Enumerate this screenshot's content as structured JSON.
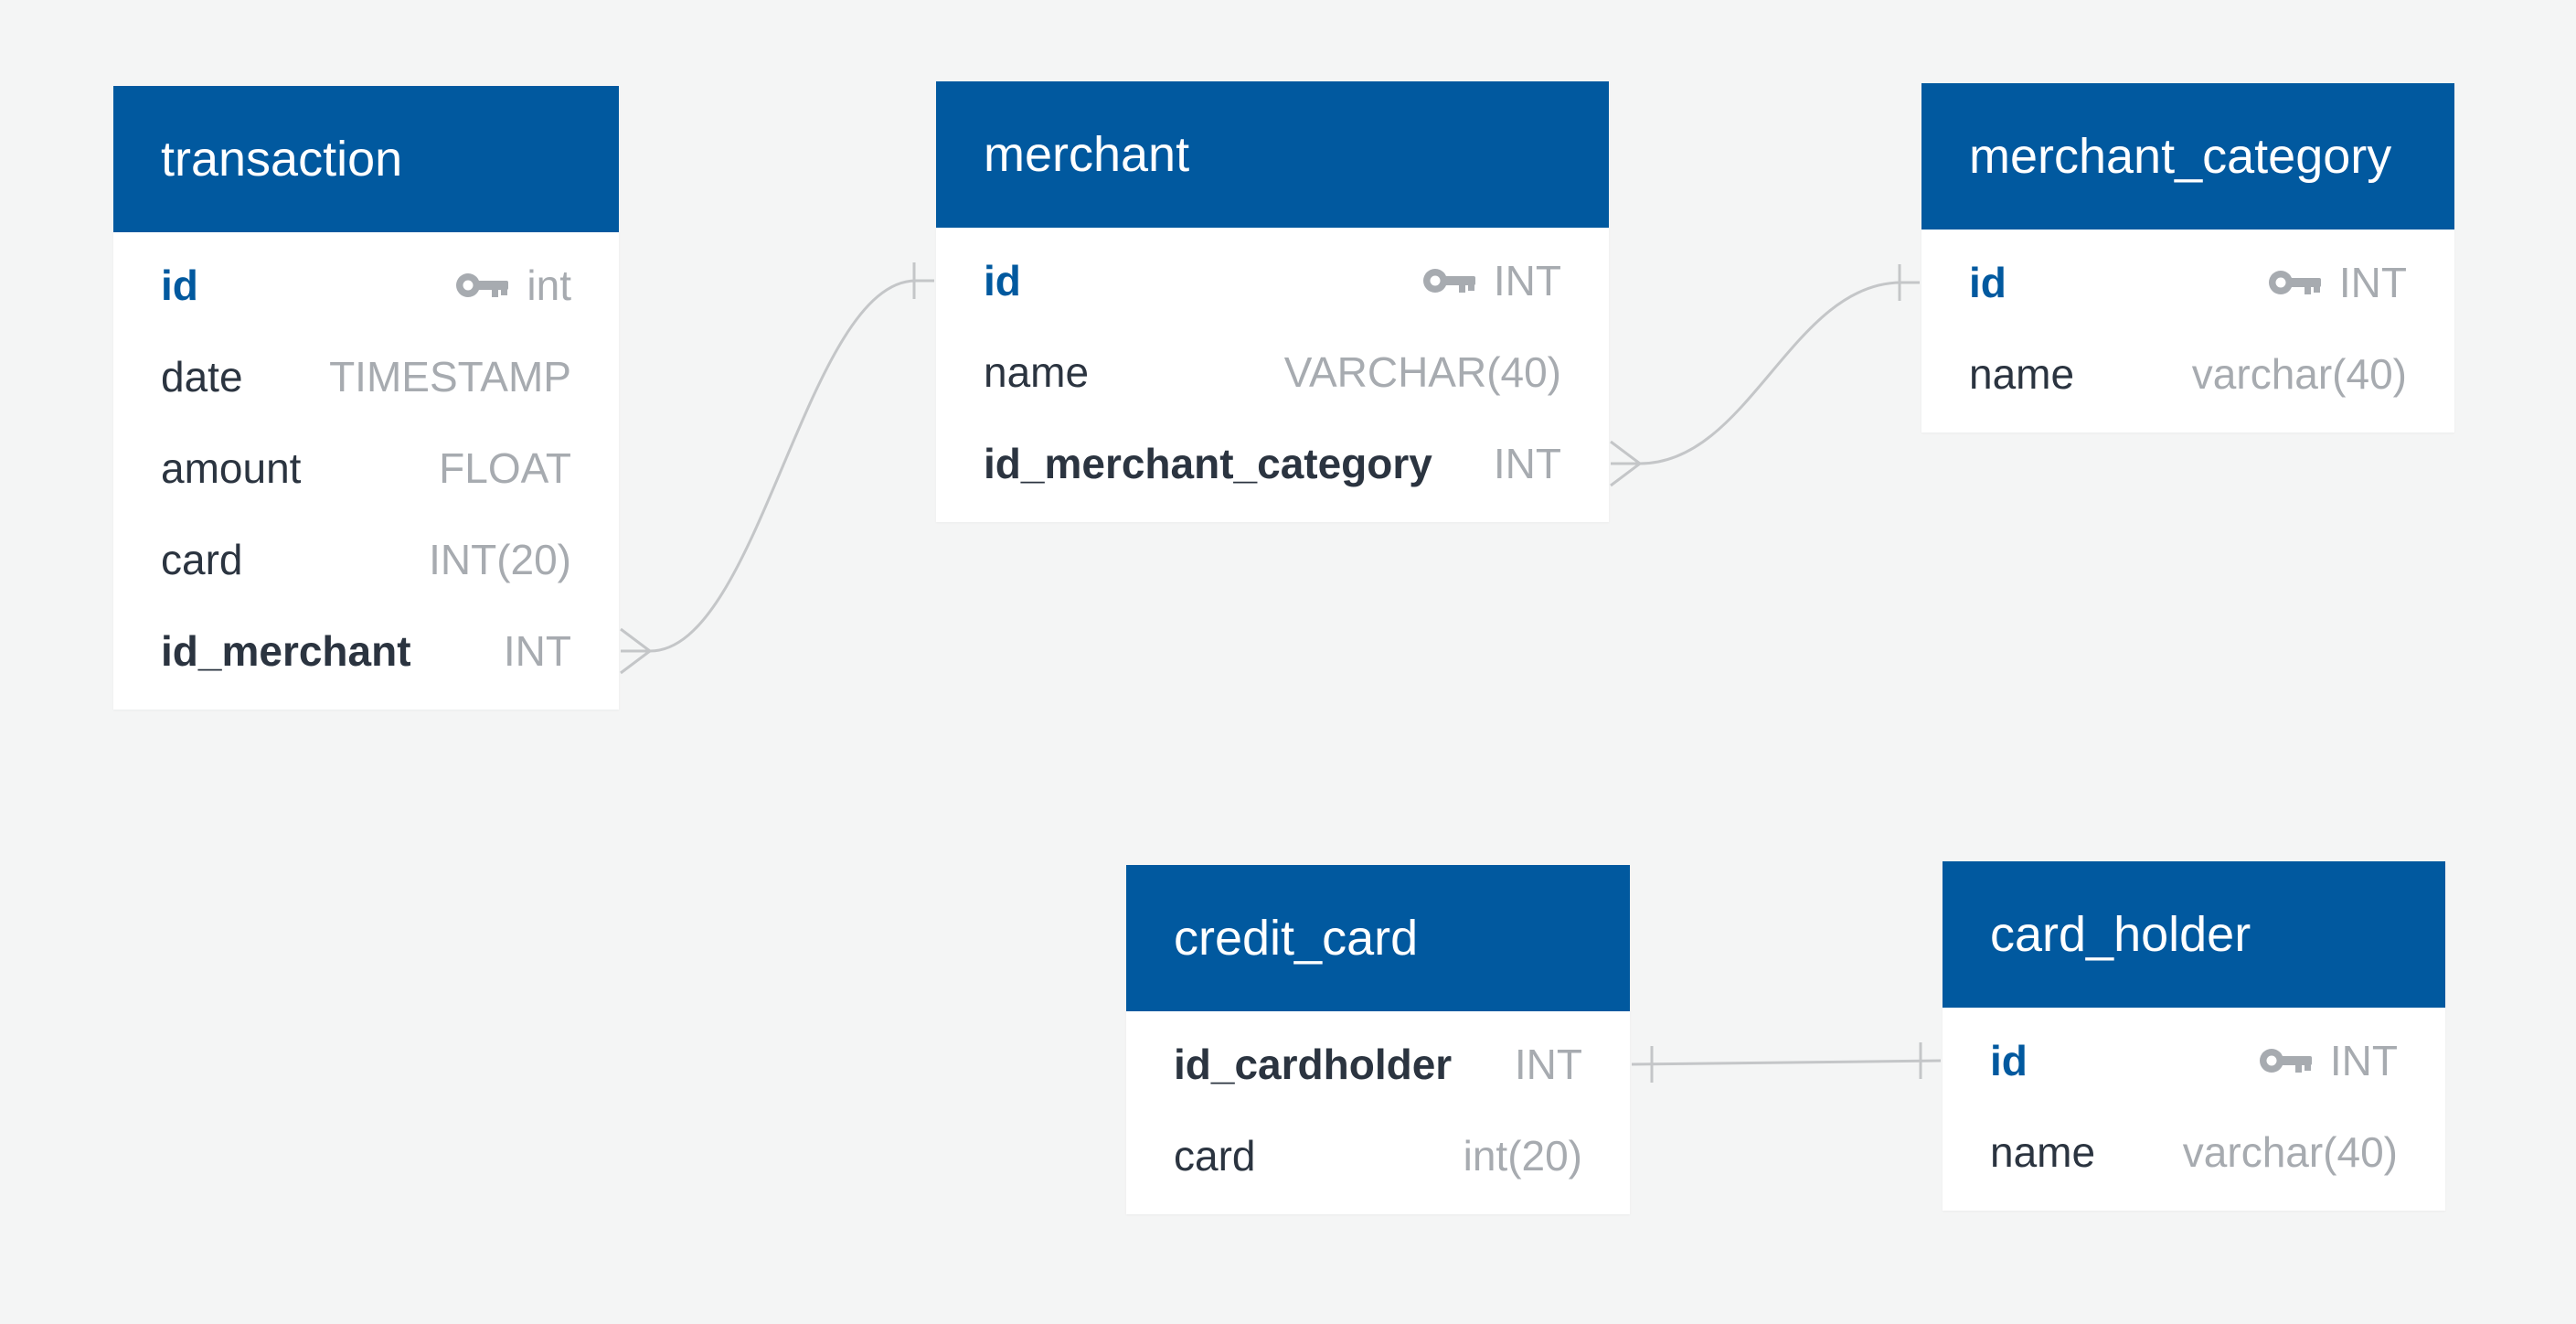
{
  "tables": {
    "transaction": {
      "title": "transaction",
      "fields": [
        {
          "name": "id",
          "type": "int",
          "pk": true
        },
        {
          "name": "date",
          "type": "TIMESTAMP"
        },
        {
          "name": "amount",
          "type": "FLOAT"
        },
        {
          "name": "card",
          "type": "INT(20)"
        },
        {
          "name": "id_merchant",
          "type": "INT",
          "fk": true
        }
      ]
    },
    "merchant": {
      "title": "merchant",
      "fields": [
        {
          "name": "id",
          "type": "INT",
          "pk": true
        },
        {
          "name": "name",
          "type": "VARCHAR(40)"
        },
        {
          "name": "id_merchant_category",
          "type": "INT",
          "fk": true
        }
      ]
    },
    "merchant_category": {
      "title": "merchant_category",
      "fields": [
        {
          "name": "id",
          "type": "INT",
          "pk": true
        },
        {
          "name": "name",
          "type": "varchar(40)"
        }
      ]
    },
    "credit_card": {
      "title": "credit_card",
      "fields": [
        {
          "name": "id_cardholder",
          "type": "INT",
          "fk": true
        },
        {
          "name": "card",
          "type": "int(20)"
        }
      ]
    },
    "card_holder": {
      "title": "card_holder",
      "fields": [
        {
          "name": "id",
          "type": "INT",
          "pk": true
        },
        {
          "name": "name",
          "type": "varchar(40)"
        }
      ]
    }
  },
  "relationships": [
    {
      "from": "transaction.id_merchant",
      "to": "merchant.id",
      "type": "many-to-one"
    },
    {
      "from": "merchant.id_merchant_category",
      "to": "merchant_category.id",
      "type": "many-to-one"
    },
    {
      "from": "credit_card.id_cardholder",
      "to": "card_holder.id",
      "type": "one-to-one"
    }
  ],
  "icons": {
    "primary_key": "key-icon"
  },
  "colors": {
    "background": "#f4f5f5",
    "header": "#01599f",
    "header_text": "#ffffff",
    "primary_key_text": "#01599f",
    "field_text": "#2b3440",
    "type_text": "#a7abb0",
    "connector": "#c4c6c8"
  }
}
